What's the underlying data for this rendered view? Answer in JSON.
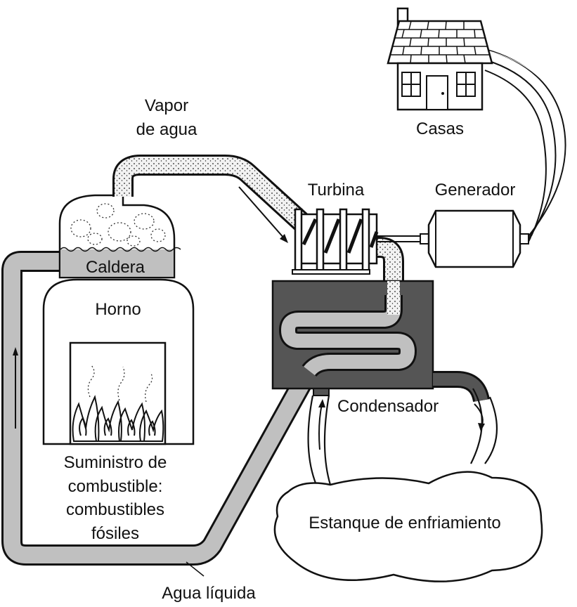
{
  "labels": {
    "vapor_line1": "Vapor",
    "vapor_line2": "de agua",
    "casas": "Casas",
    "turbina": "Turbina",
    "generador": "Generador",
    "caldera": "Caldera",
    "horno": "Horno",
    "condensador": "Condensador",
    "suministro_line1": "Suministro de",
    "suministro_line2": "combustible:",
    "suministro_line3": "combustibles",
    "suministro_line4": "fósiles",
    "estanque": "Estanque de enfriamiento",
    "agua_liquida": "Agua líquida"
  },
  "colors": {
    "water": "#c0c0c0",
    "condenser": "#555555",
    "line": "#111111",
    "steam": "#eeeeee"
  }
}
